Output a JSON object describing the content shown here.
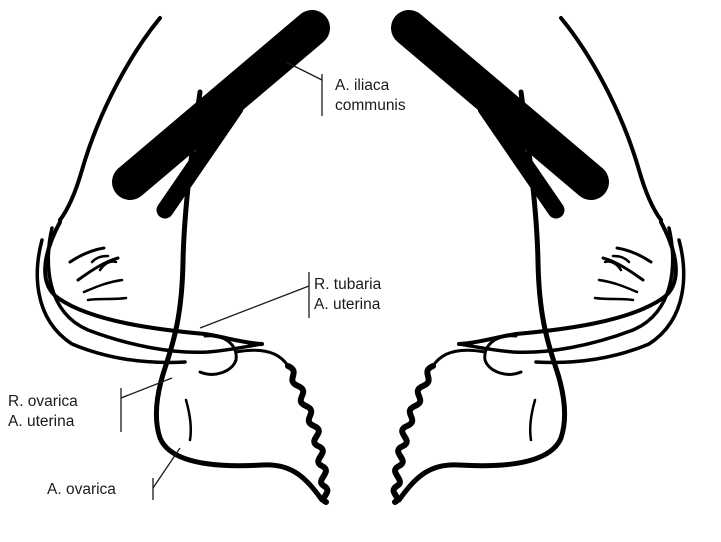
{
  "labels": {
    "iliaca_1": "A. iliaca",
    "iliaca_2": "communis",
    "tubaria_1": "R. tubaria",
    "tubaria_2": "A. uterina",
    "ovarica_r_1": "R. ovarica",
    "ovarica_r_2": "A. uterina",
    "ovarica_a": "A. ovarica"
  },
  "colors": {
    "vessel": "#000000",
    "text": "#1a1a1a",
    "background": "#ffffff"
  }
}
